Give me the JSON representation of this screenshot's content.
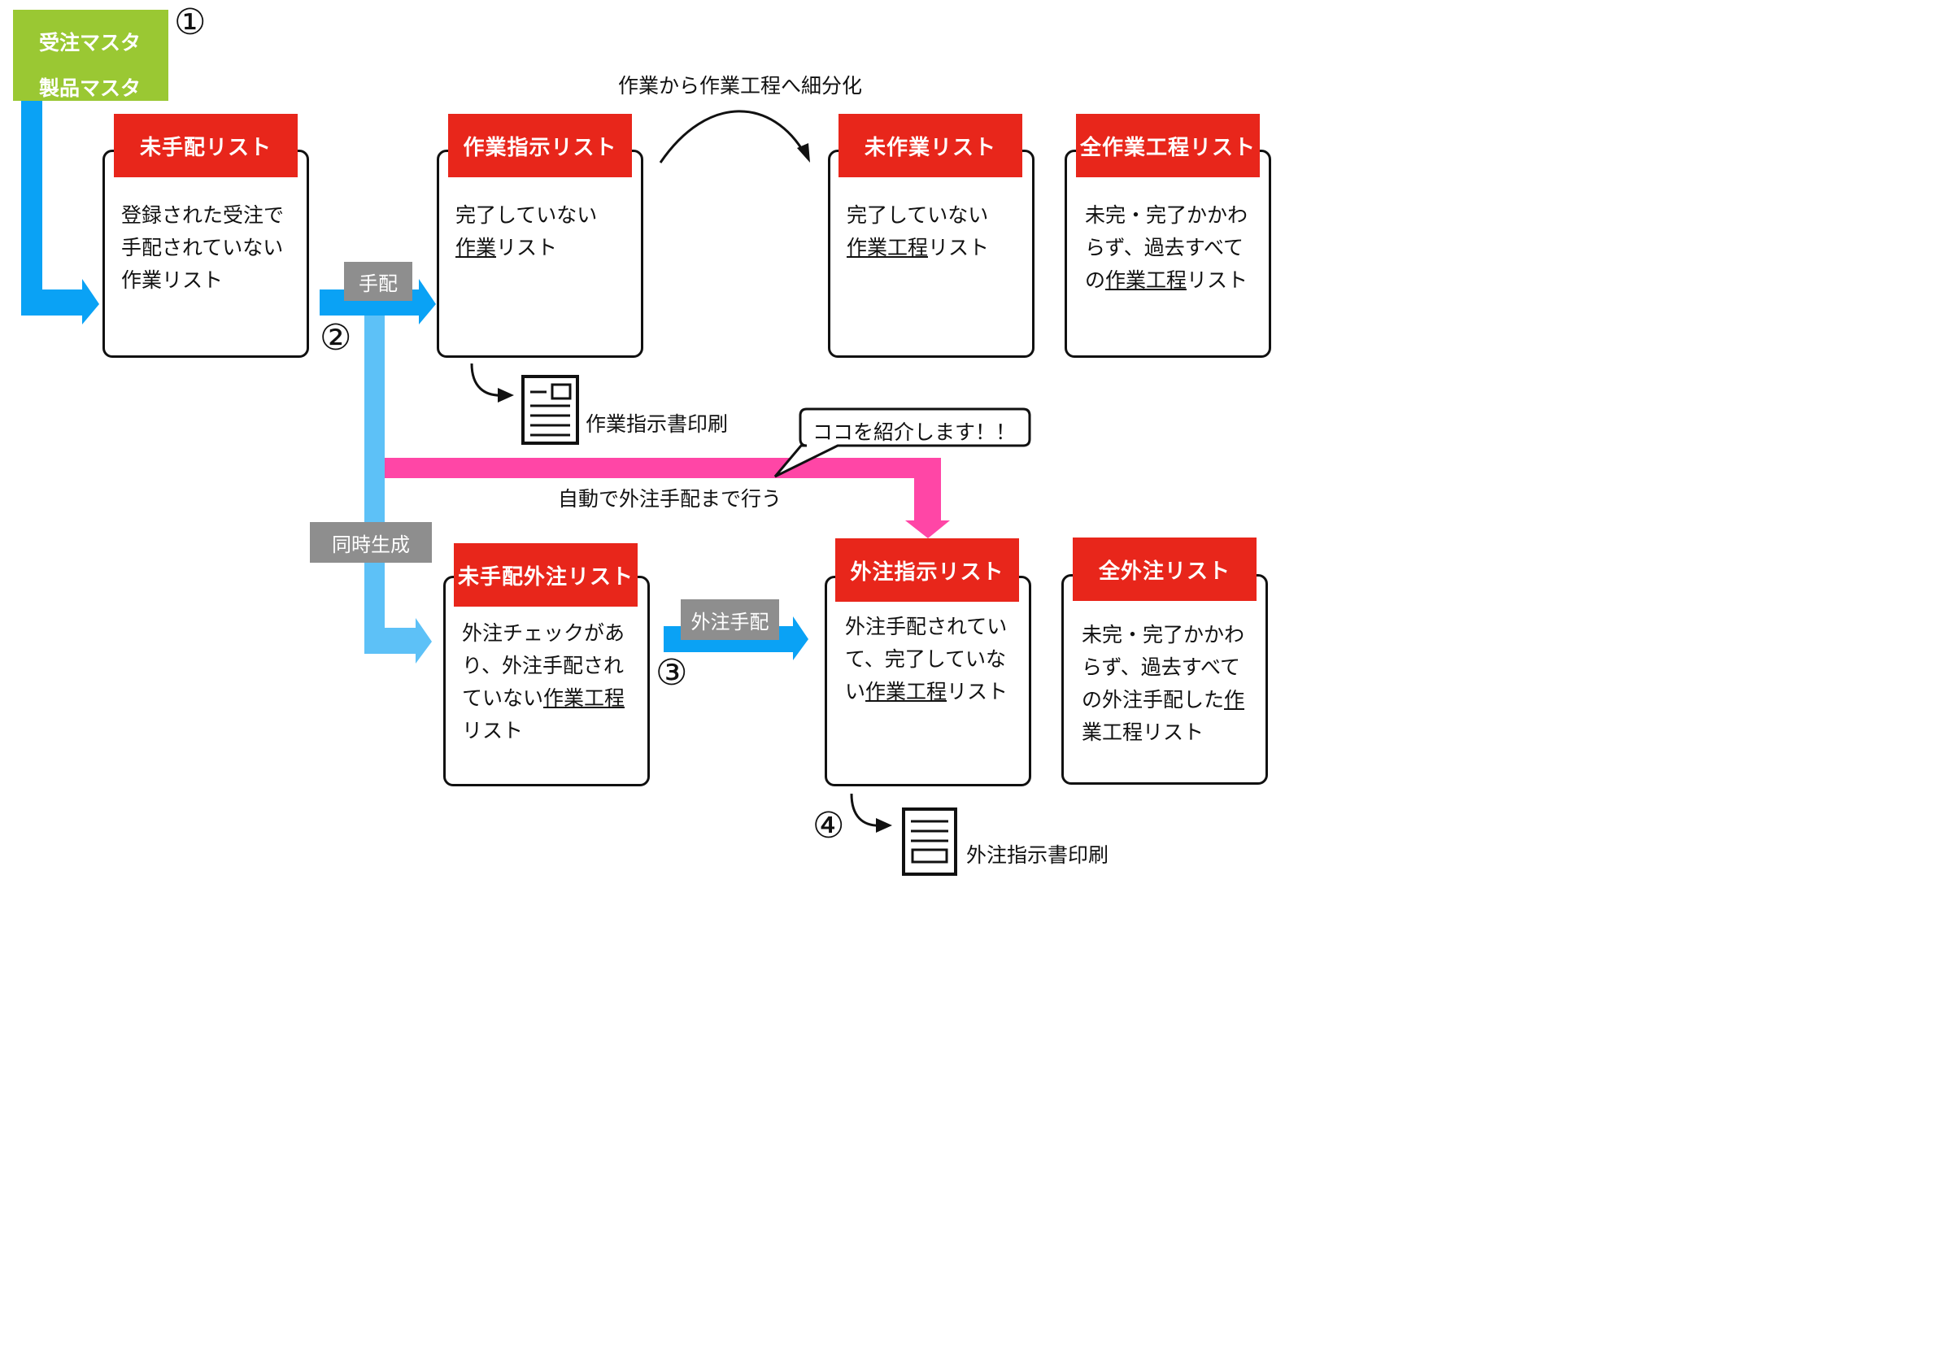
{
  "master": {
    "line1": "受注マスタ",
    "line2": "製品マスタ"
  },
  "steps": {
    "one": "①",
    "two": "②",
    "three": "③",
    "four": "④"
  },
  "top_note": "作業から作業工程へ細分化",
  "cards": {
    "unarranged": {
      "title": "未手配リスト",
      "body": "登録された受注で\n手配されていない\n作業リスト"
    },
    "work_order": {
      "title": "作業指示リスト",
      "line1": "完了していない",
      "u": "作業",
      "rest": "リスト"
    },
    "not_worked": {
      "title": "未作業リスト",
      "line1": "完了していない",
      "u": "作業工程",
      "rest": "リスト"
    },
    "all_process": {
      "title": "全作業工程リスト",
      "line1": "未完・完了かかわ",
      "line2": "らず、過去すべて",
      "pre": "の",
      "u": "作業工程",
      "rest": "リスト"
    },
    "unarranged_out": {
      "title": "未手配外注リスト",
      "line1": "外注チェックがあ",
      "line2": "り、外注手配され",
      "pre": "ていない",
      "u": "作業工程",
      "line4": "リスト"
    },
    "out_order": {
      "title": "外注指示リスト",
      "line1": "外注手配されてい",
      "line2": "て、完了していな",
      "pre": "い",
      "u": "作業工程",
      "rest": "リスト"
    },
    "all_out": {
      "title": "全外注リスト",
      "line1": "未完・完了かかわ",
      "line2": "らず、過去すべて",
      "line3a": "の外注手配した",
      "line3u": "作",
      "line4u": "業工程",
      "line4": "リスト"
    }
  },
  "tags": {
    "arrange": "手配",
    "simultaneous": "同時生成",
    "out_arrange": "外注手配"
  },
  "print_work": "作業指示書印刷",
  "print_out": "外注指示書印刷",
  "bubble": "ココを紹介します！！",
  "auto_note": "自動で外注手配まで行う",
  "colors": {
    "blue": "#0aa2f5",
    "light_blue": "#5dc1f7",
    "pink": "#ff46a6",
    "red": "#e8261b",
    "green": "#9ac833",
    "gray": "#8e8e8e"
  }
}
